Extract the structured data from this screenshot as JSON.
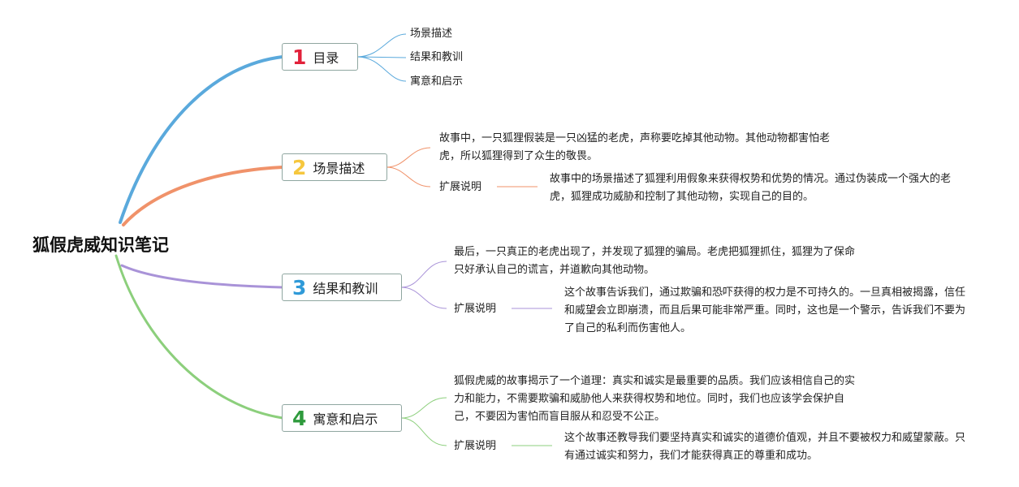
{
  "title": "狐假虎威知识笔记",
  "topics": [
    {
      "number": "1",
      "label": "目录",
      "color": "#5aa9dc",
      "number_color": "#e2213a",
      "children": [
        "场景描述",
        "结果和教训",
        "寓意和启示"
      ]
    },
    {
      "number": "2",
      "label": "场景描述",
      "color": "#f0926a",
      "number_color": "#f6c73e",
      "text": "故事中，一只狐狸假装是一只凶猛的老虎，声称要吃掉其他动物。其他动物都害怕老虎，所以狐狸得到了众生的敬畏。",
      "ext_label": "扩展说明",
      "ext_text": "故事中的场景描述了狐狸利用假象来获得权势和优势的情况。通过伪装成一个强大的老虎，狐狸成功威胁和控制了其他动物，实现自己的目的。"
    },
    {
      "number": "3",
      "label": "结果和教训",
      "color": "#a993d8",
      "number_color": "#2f9ad8",
      "text": "最后，一只真正的老虎出现了，并发现了狐狸的骗局。老虎把狐狸抓住，狐狸为了保命只好承认自己的谎言，并道歉向其他动物。",
      "ext_label": "扩展说明",
      "ext_text": "这个故事告诉我们，通过欺骗和恐吓获得的权力是不可持久的。一旦真相被揭露，信任和威望会立即崩溃，而且后果可能非常严重。同时，这也是一个警示，告诉我们不要为了自己的私利而伤害他人。"
    },
    {
      "number": "4",
      "label": "寓意和启示",
      "color": "#8ccf7c",
      "number_color": "#2e9a3c",
      "text": "狐假虎威的故事揭示了一个道理：真实和诚实是最重要的品质。我们应该相信自己的实力和能力，不需要欺骗和威胁他人来获得权势和地位。同时，我们也应该学会保护自己，不要因为害怕而盲目服从和忍受不公正。",
      "ext_label": "扩展说明",
      "ext_text": "这个故事还教导我们要坚持真实和诚实的道德价值观，并且不要被权力和威望蒙蔽。只有通过诚实和努力，我们才能获得真正的尊重和成功。"
    }
  ]
}
